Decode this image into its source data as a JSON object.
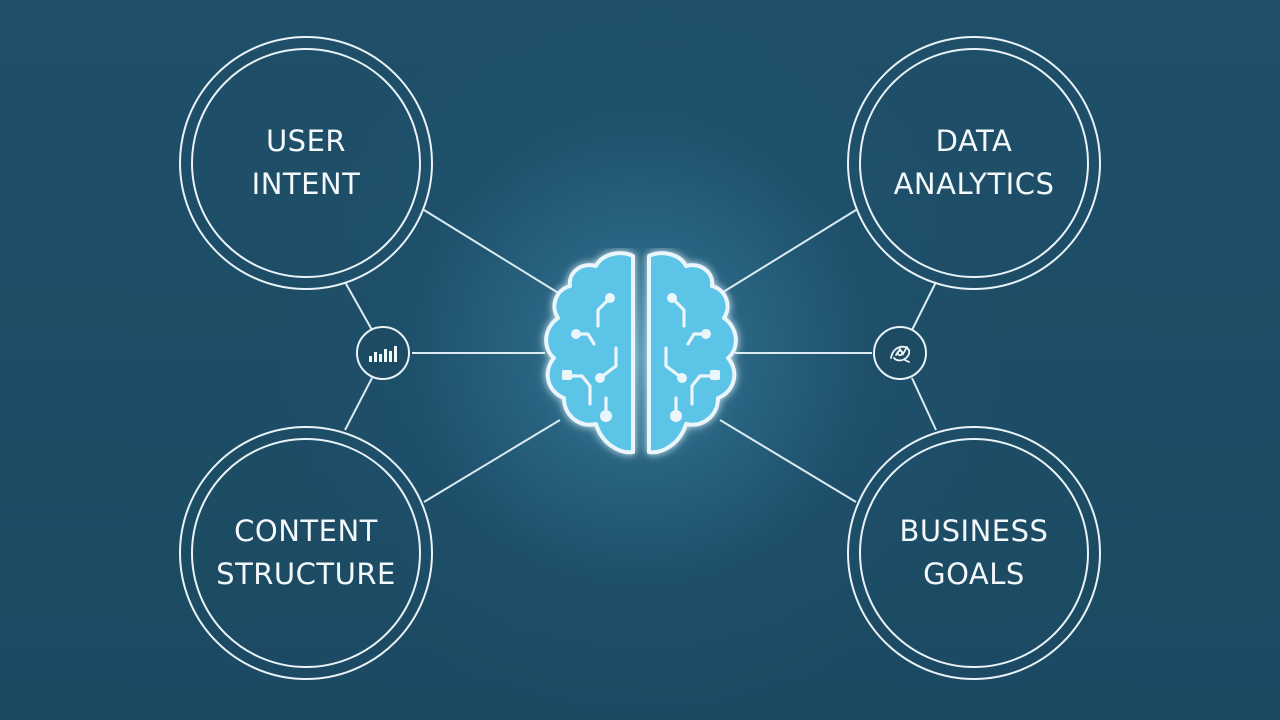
{
  "nodes": {
    "user_intent": {
      "line1": "USER",
      "line2": "INTENT"
    },
    "data_analytics": {
      "line1": "DATA",
      "line2": "ANALYTICS"
    },
    "content_structure": {
      "line1": "CONTENT",
      "line2": "STRUCTURE"
    },
    "business_goals": {
      "line1": "BUSINESS",
      "line2": "GOALS"
    }
  },
  "icons": {
    "center": "brain-circuit-icon",
    "left_hub": "bar-chart-icon",
    "right_hub": "analytics-swirl-icon"
  },
  "colors": {
    "background": "#1e4d66",
    "line": "#e9f3f7",
    "brain": "#5cc4e6"
  }
}
